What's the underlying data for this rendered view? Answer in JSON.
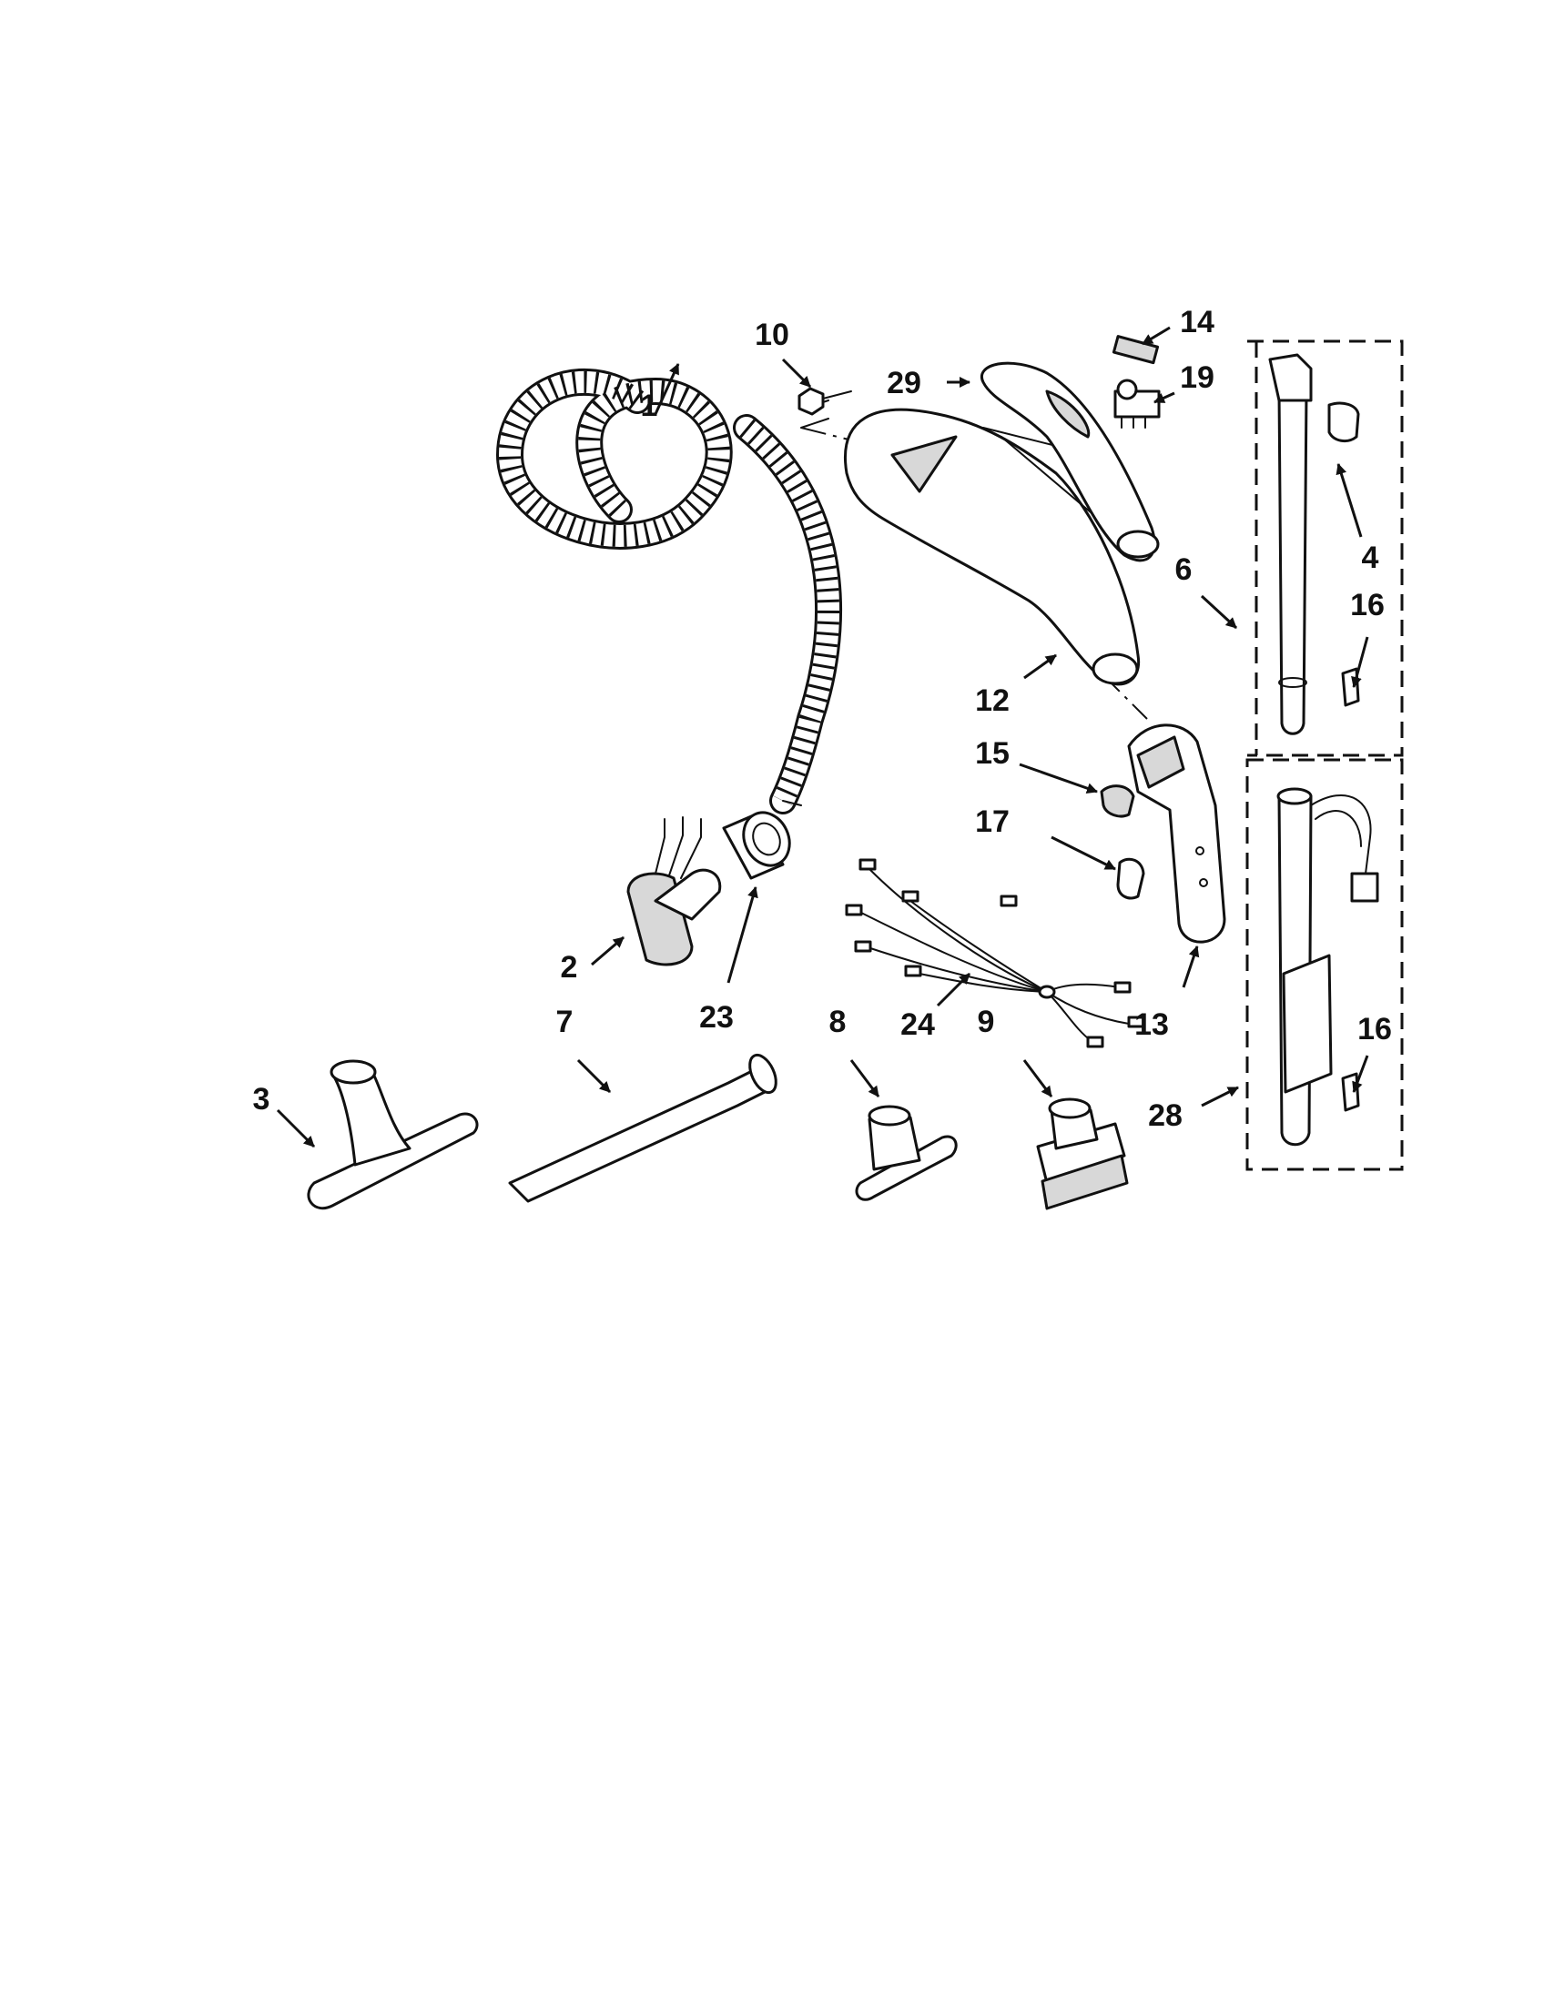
{
  "callouts": [
    {
      "id": "1",
      "label": "1"
    },
    {
      "id": "2",
      "label": "2"
    },
    {
      "id": "3",
      "label": "3"
    },
    {
      "id": "4",
      "label": "4"
    },
    {
      "id": "6",
      "label": "6"
    },
    {
      "id": "7",
      "label": "7"
    },
    {
      "id": "8",
      "label": "8"
    },
    {
      "id": "9",
      "label": "9"
    },
    {
      "id": "10",
      "label": "10"
    },
    {
      "id": "12",
      "label": "12"
    },
    {
      "id": "13",
      "label": "13"
    },
    {
      "id": "14",
      "label": "14"
    },
    {
      "id": "15",
      "label": "15"
    },
    {
      "id": "16a",
      "label": "16"
    },
    {
      "id": "16b",
      "label": "16"
    },
    {
      "id": "17",
      "label": "17"
    },
    {
      "id": "19",
      "label": "19"
    },
    {
      "id": "23",
      "label": "23"
    },
    {
      "id": "24",
      "label": "24"
    },
    {
      "id": "28",
      "label": "28"
    },
    {
      "id": "29",
      "label": "29"
    }
  ],
  "colors": {
    "line": "#111111",
    "background": "#ffffff"
  }
}
